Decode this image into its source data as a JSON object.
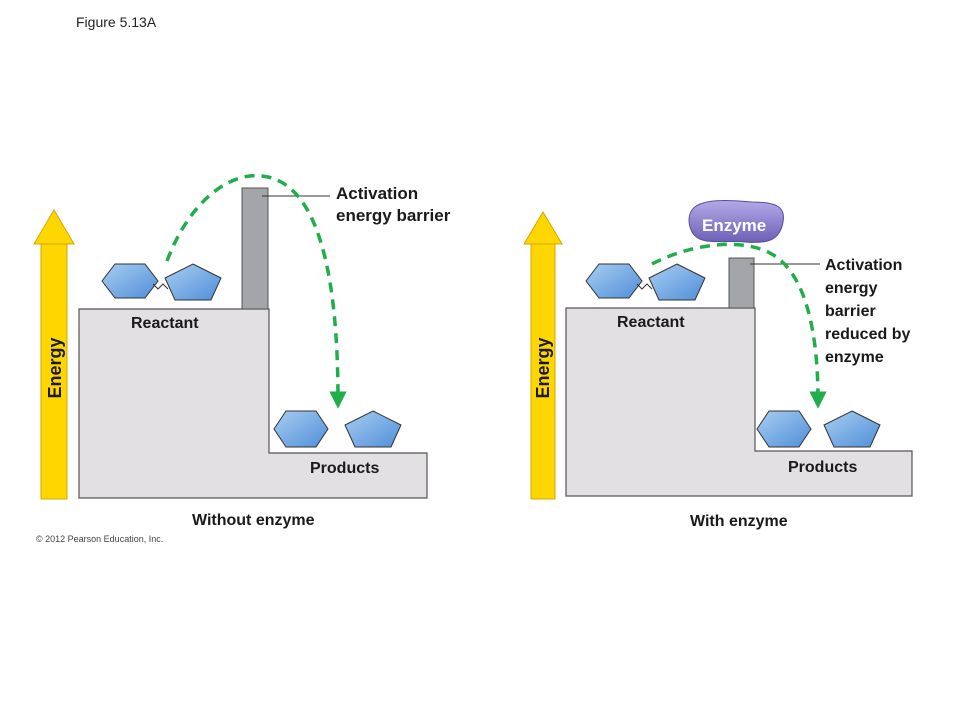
{
  "figure_label": "Figure 5.13A",
  "copyright": "© 2012 Pearson Education, Inc.",
  "panels": {
    "left": {
      "caption": "Without enzyme",
      "axis_label": "Energy",
      "reactant_label": "Reactant",
      "products_label": "Products",
      "barrier_label_line1": "Activation",
      "barrier_label_line2": "energy barrier"
    },
    "right": {
      "caption": "With enzyme",
      "axis_label": "Energy",
      "reactant_label": "Reactant",
      "products_label": "Products",
      "enzyme_label": "Enzyme",
      "barrier_label_line1": "Activation",
      "barrier_label_line2": "energy",
      "barrier_label_line3": "barrier",
      "barrier_label_line4": "reduced by",
      "barrier_label_line5": "enzyme"
    }
  },
  "colors": {
    "energy_arrow": "#ffd700",
    "step_fill": "#e3e0e3",
    "barrier_fill": "#a3a5a8",
    "path_dash": "#1fae4a",
    "molecule_fill": "#6ea6e3",
    "enzyme_fill": "#8a7cc9"
  }
}
